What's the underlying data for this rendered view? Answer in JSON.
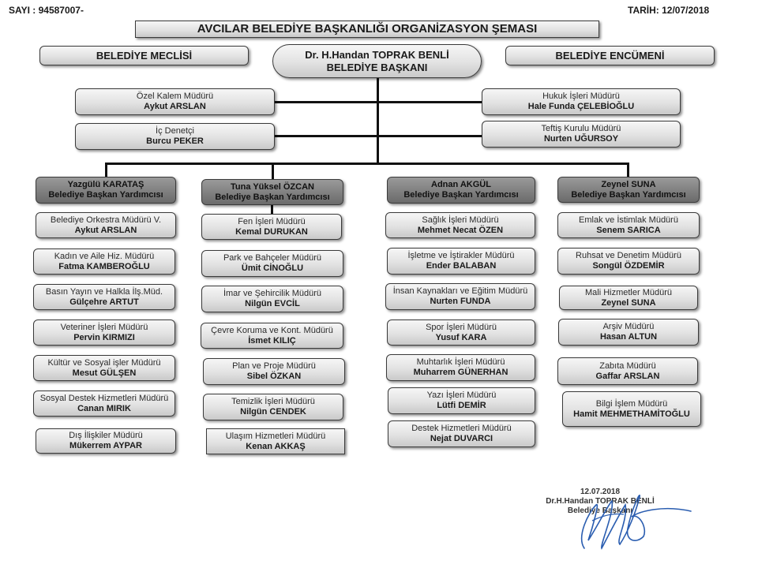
{
  "header": {
    "sayi_label": "SAYI :",
    "sayi_value": "94587007-",
    "tarih_label": "TARİH:",
    "tarih_value": "12/07/2018"
  },
  "title": "AVCILAR  BELEDİYE  BAŞKANLIĞI  ORGANİZASYON  ŞEMASI",
  "council": "BELEDİYE MECLİSİ",
  "committee": "BELEDİYE ENCÜMENİ",
  "mayor": {
    "name": "Dr. H.Handan  TOPRAK BENLİ",
    "title": "BELEDİYE BAŞKANI"
  },
  "staff_left": [
    {
      "title": "Özel Kalem Müdürü",
      "name": "Aykut  ARSLAN"
    },
    {
      "title": "İç Denetçi",
      "name": "Burcu PEKER"
    }
  ],
  "staff_right": [
    {
      "title": "Hukuk İşleri Müdürü",
      "name": "Hale Funda  ÇELEBİOĞLU"
    },
    {
      "title": "Teftiş Kurulu  Müdürü",
      "name": "Nurten  UĞURSOY"
    }
  ],
  "deputies": [
    {
      "name": "Yazgülü  KARATAŞ",
      "title": "Belediye  Başkan Yardımcısı",
      "units": [
        {
          "title": "Belediye Orkestra Müdürü V.",
          "name": "Aykut  ARSLAN"
        },
        {
          "title": "Kadın ve Aile Hiz. Müdürü",
          "name": "Fatma  KAMBEROĞLU"
        },
        {
          "title": "Basın Yayın  ve Halkla İlş.Müd.",
          "name": "Gülçehre  ARTUT"
        },
        {
          "title": "Veteriner İşleri Müdürü",
          "name": "Pervin  KIRMIZI"
        },
        {
          "title": "Kültür ve  Sosyal işler Müdürü",
          "name": "Mesut GÜLŞEN"
        },
        {
          "title": "Sosyal Destek Hizmetleri  Müdürü",
          "name": "Canan  MIRIK"
        },
        {
          "title": "Dış İlişkiler Müdürü",
          "name": "Mükerrem AYPAR"
        }
      ]
    },
    {
      "name": "Tuna Yüksel ÖZCAN",
      "title": "Belediye  Başkan Yardımcısı",
      "units": [
        {
          "title": "Fen İşleri Müdürü",
          "name": "Kemal DURUKAN"
        },
        {
          "title": "Park ve Bahçeler Müdürü",
          "name": "Ümit CİNOĞLU"
        },
        {
          "title": "İmar ve Şehircilik Müdürü",
          "name": "Nilgün  EVCİL"
        },
        {
          "title": "Çevre Koruma ve Kont. Müdürü",
          "name": "İsmet KILIÇ"
        },
        {
          "title": "Plan ve Proje Müdürü",
          "name": "Sibel ÖZKAN"
        },
        {
          "title": "Temizlik İşleri  Müdürü",
          "name": "Nilgün  CENDEK"
        },
        {
          "title": "Ulaşım Hizmetleri Müdürü",
          "name": "Kenan  AKKAŞ"
        }
      ]
    },
    {
      "name": "Adnan  AKGÜL",
      "title": "Belediye  Başkan Yardımcısı",
      "units": [
        {
          "title": "Sağlık İşleri Müdürü",
          "name": "Mehmet Necat ÖZEN"
        },
        {
          "title": "İşletme ve İştirakler  Müdürü",
          "name": "Ender BALABAN"
        },
        {
          "title": "İnsan Kaynakları ve  Eğitim Müdürü",
          "name": "Nurten FUNDA"
        },
        {
          "title": "Spor İşleri Müdürü",
          "name": "Yusuf  KARA"
        },
        {
          "title": "Muhtarlık İşleri Müdürü",
          "name": "Muharrem GÜNERHAN"
        },
        {
          "title": "Yazı  İşleri Müdürü",
          "name": "Lütfi DEMİR"
        },
        {
          "title": "Destek Hizmetleri Müdürü",
          "name": "Nejat  DUVARCI"
        }
      ]
    },
    {
      "name": "Zeynel  SUNA",
      "title": "Belediye  Başkan Yardımcısı",
      "units": [
        {
          "title": "Emlak ve  İstimlak Müdürü",
          "name": "Senem  SARICA"
        },
        {
          "title": "Ruhsat ve Denetim Müdürü",
          "name": "Songül  ÖZDEMİR"
        },
        {
          "title": "Mali Hizmetler Müdürü",
          "name": "Zeynel  SUNA"
        },
        {
          "title": "Arşiv Müdürü",
          "name": "Hasan ALTUN"
        },
        {
          "title": "Zabıta Müdürü",
          "name": "Gaffar  ARSLAN"
        },
        {
          "title": "Bilgi İşlem Müdürü",
          "name": "Hamit  MEHMETHAMİTOĞLU"
        }
      ]
    }
  ],
  "signature": {
    "date": "12.07.2018",
    "name": "Dr.H.Handan TOPRAK BENLİ",
    "title": "Belediye Başkanı",
    "ink_color": "#2a5db0"
  },
  "colors": {
    "box_light": "#e2e2e2",
    "box_dark": "#7d7d7d",
    "line": "#111111"
  }
}
